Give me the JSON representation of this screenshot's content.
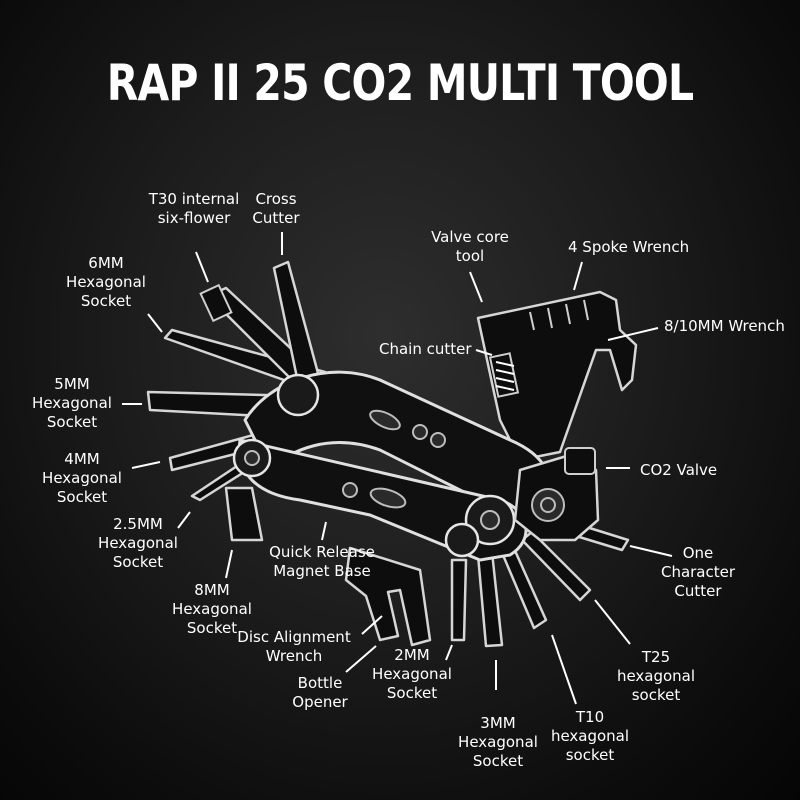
{
  "title": "RAP II 25 CO2  MULTI TOOL",
  "labels": {
    "t30": "T30 internal\nsix-flower",
    "cross": "Cross\nCutter",
    "valve_core": "Valve core\ntool",
    "spoke": "4 Spoke Wrench",
    "wrench810": "8/10MM Wrench",
    "chain": "Chain cutter",
    "hex6": "6MM\nHexagonal\nSocket",
    "hex5": "5MM\nHexagonal\nSocket",
    "hex4": "4MM\nHexagonal\nSocket",
    "hex25": "2.5MM\nHexagonal\nSocket",
    "co2": "CO2 Valve",
    "quick": "Quick Release\nMagnet Base",
    "hex8": "8MM\nHexagonal\nSocket",
    "disc": "Disc Alignment\nWrench",
    "bottle": "Bottle\nOpener",
    "hex2": "2MM\nHexagonal\nSocket",
    "hex3": "3MM\nHexagonal\nSocket",
    "t10": "T10\nhexagonal\nsocket",
    "t25": "T25\nhexagonal\nsocket",
    "one_char": "One\nCharacter\nCutter"
  }
}
